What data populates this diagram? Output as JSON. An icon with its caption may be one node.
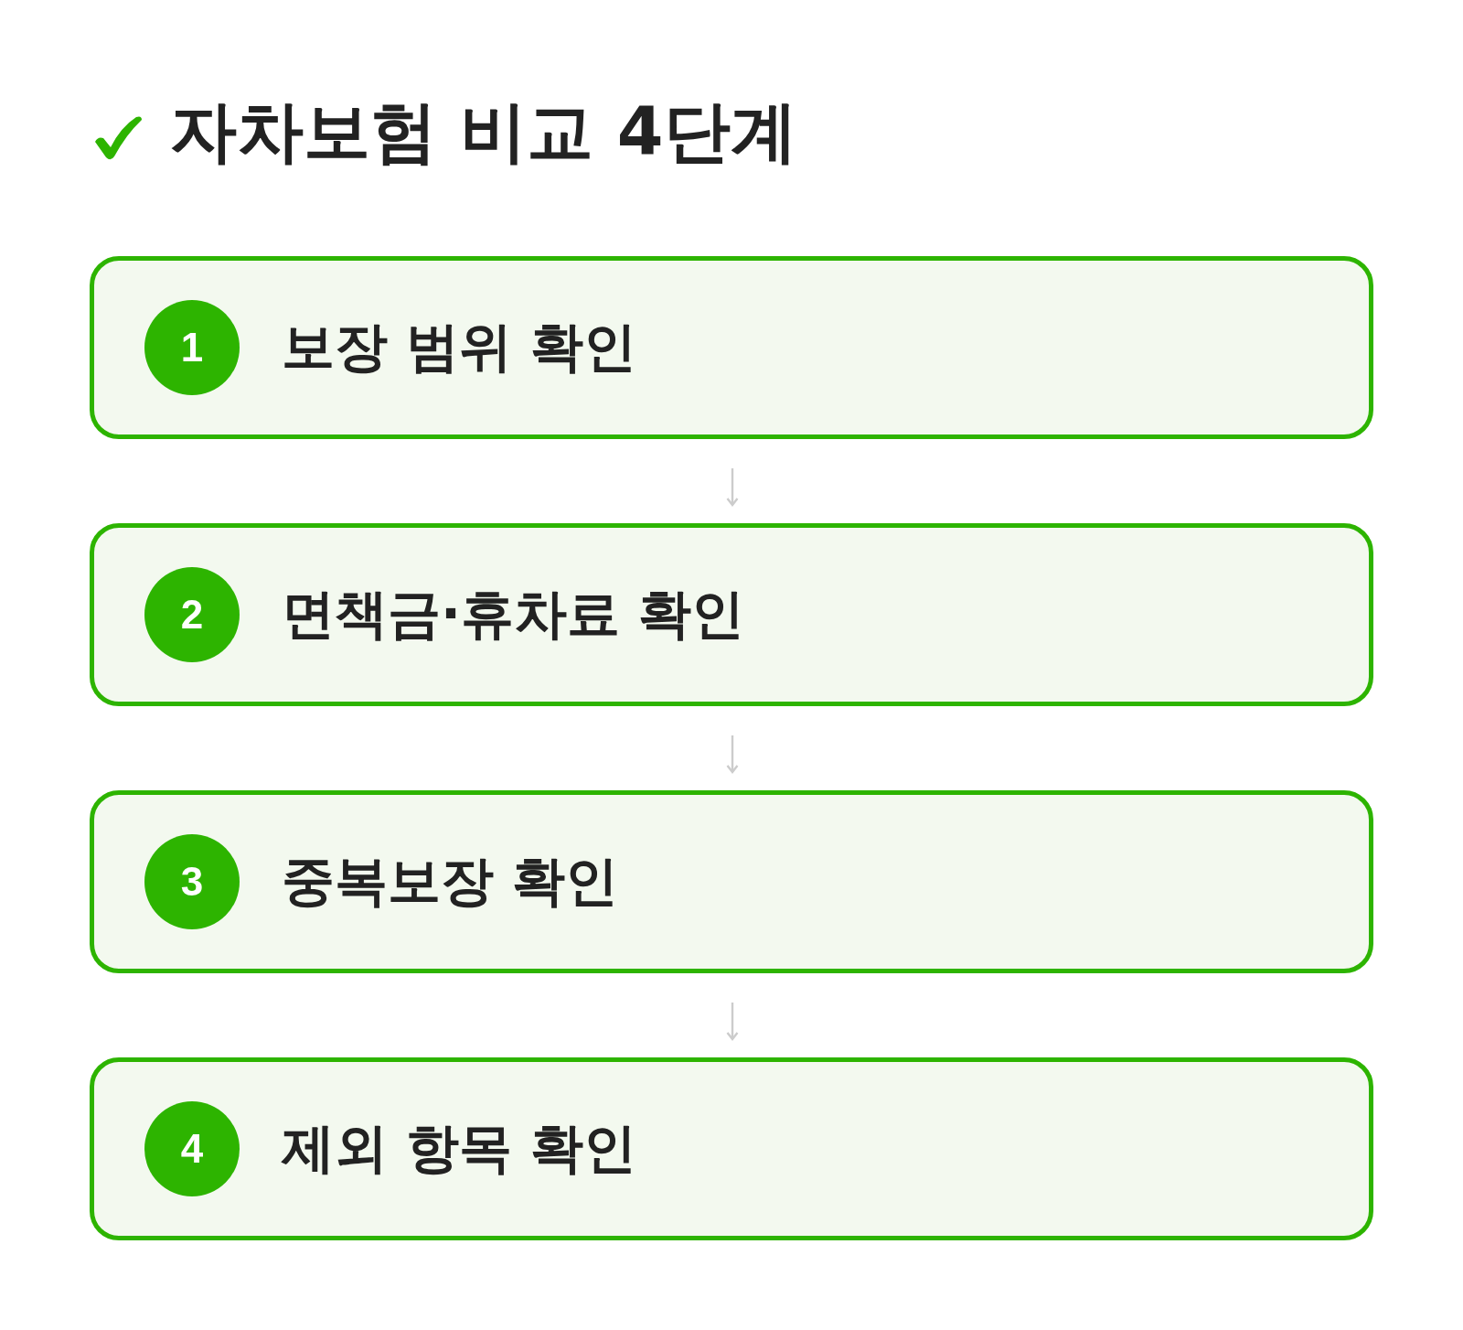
{
  "diagram": {
    "title": "자차보험 비교 4단계",
    "nodes": [
      {
        "text": [
          "보장 범위 확인"
        ]
      },
      {
        "text": [
          "1"
        ],
        "in": 0
      },
      {
        "text": [
          "면책금·휴차료 확인"
        ]
      },
      {
        "text": [
          "2"
        ],
        "in": 2
      },
      {
        "text": [
          "중복보장 확인"
        ]
      },
      {
        "text": [
          "3"
        ],
        "in": 4
      },
      {
        "text": [
          "제외 항목 확인"
        ]
      },
      {
        "text": [
          "4"
        ],
        "in": 6
      }
    ],
    "edges": [
      {
        "from": 0,
        "to": 2,
        "arrow": "to"
      },
      {
        "from": 2,
        "to": 4,
        "arrow": "to"
      },
      {
        "from": 4,
        "to": 6,
        "arrow": "to"
      }
    ]
  }
}
